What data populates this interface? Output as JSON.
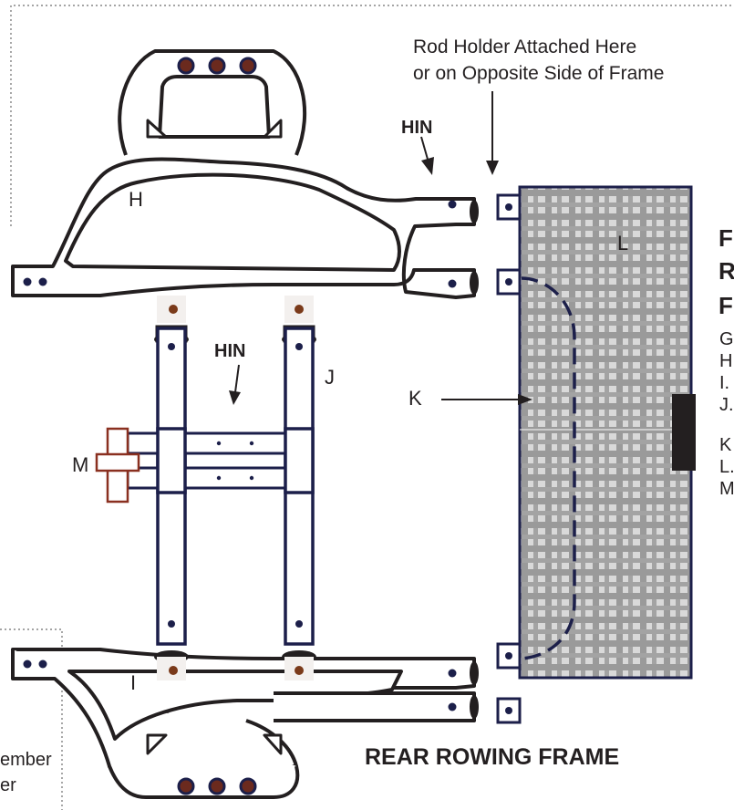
{
  "annotations": {
    "rod_holder_line1": "Rod Holder Attached Here",
    "rod_holder_line2": "or on Opposite Side of Frame",
    "hin_upper": "HIN",
    "hin_center": "HIN",
    "fragment_member": "ember",
    "fragment_er": "er"
  },
  "part_labels": {
    "H": "H",
    "I": "I",
    "J": "J",
    "K": "K",
    "L": "L",
    "M": "M"
  },
  "title": "REAR ROWING FRAME",
  "side_heading": [
    "F",
    "R",
    "F"
  ],
  "side_list": [
    "G",
    "H",
    "I.",
    "J.",
    "K",
    "L.",
    "M"
  ],
  "colors": {
    "outline": "#231f20",
    "bolt": "#1c1f4a",
    "rivet_red": "#6b2a1e",
    "mesh_fill": "#d6d6d6",
    "mesh_line": "#9a9a9a",
    "clamp": "#8a3020",
    "dotted_border": "#6d6d6d"
  }
}
